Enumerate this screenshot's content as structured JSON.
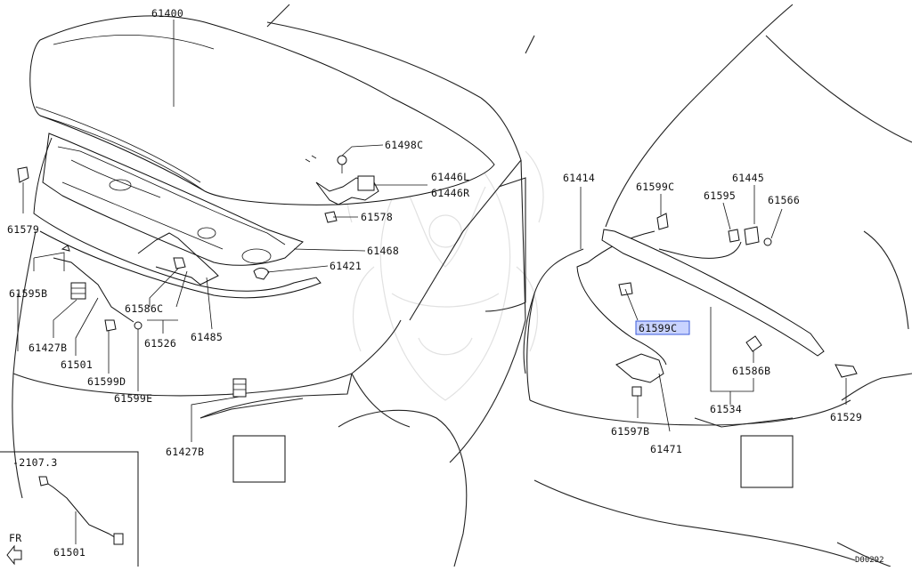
{
  "diagram": {
    "left_labels": [
      {
        "id": "61400",
        "text": "61400"
      },
      {
        "id": "61498C",
        "text": "61498C"
      },
      {
        "id": "61446L",
        "text": "61446L"
      },
      {
        "id": "61446R",
        "text": "61446R"
      },
      {
        "id": "61578",
        "text": "61578"
      },
      {
        "id": "61468",
        "text": "61468"
      },
      {
        "id": "61421",
        "text": "61421"
      },
      {
        "id": "61579",
        "text": "61579"
      },
      {
        "id": "61595B",
        "text": "61595B"
      },
      {
        "id": "61427B_a",
        "text": "61427B"
      },
      {
        "id": "61501_a",
        "text": "61501"
      },
      {
        "id": "61599D",
        "text": "61599D"
      },
      {
        "id": "61599E",
        "text": "61599E"
      },
      {
        "id": "61586C",
        "text": "61586C"
      },
      {
        "id": "61526",
        "text": "61526"
      },
      {
        "id": "61485",
        "text": "61485"
      },
      {
        "id": "61427B_b",
        "text": "61427B"
      }
    ],
    "right_labels": [
      {
        "id": "61414",
        "text": "61414"
      },
      {
        "id": "61599C_a",
        "text": "61599C"
      },
      {
        "id": "61445",
        "text": "61445"
      },
      {
        "id": "61595",
        "text": "61595"
      },
      {
        "id": "61566",
        "text": "61566"
      },
      {
        "id": "61599C_b",
        "text": "61599C",
        "highlighted": true
      },
      {
        "id": "61586B",
        "text": "61586B"
      },
      {
        "id": "61534",
        "text": "61534"
      },
      {
        "id": "61529",
        "text": "61529"
      },
      {
        "id": "61597B",
        "text": "61597B"
      },
      {
        "id": "61471",
        "text": "61471"
      }
    ],
    "inset": {
      "range_label": "-2107.3",
      "part_label": "61501",
      "direction_label": "FR"
    },
    "diagram_code": "D00292",
    "highlight_color": "#3b5bd9",
    "highlight_fill": "#c9d3ff"
  }
}
